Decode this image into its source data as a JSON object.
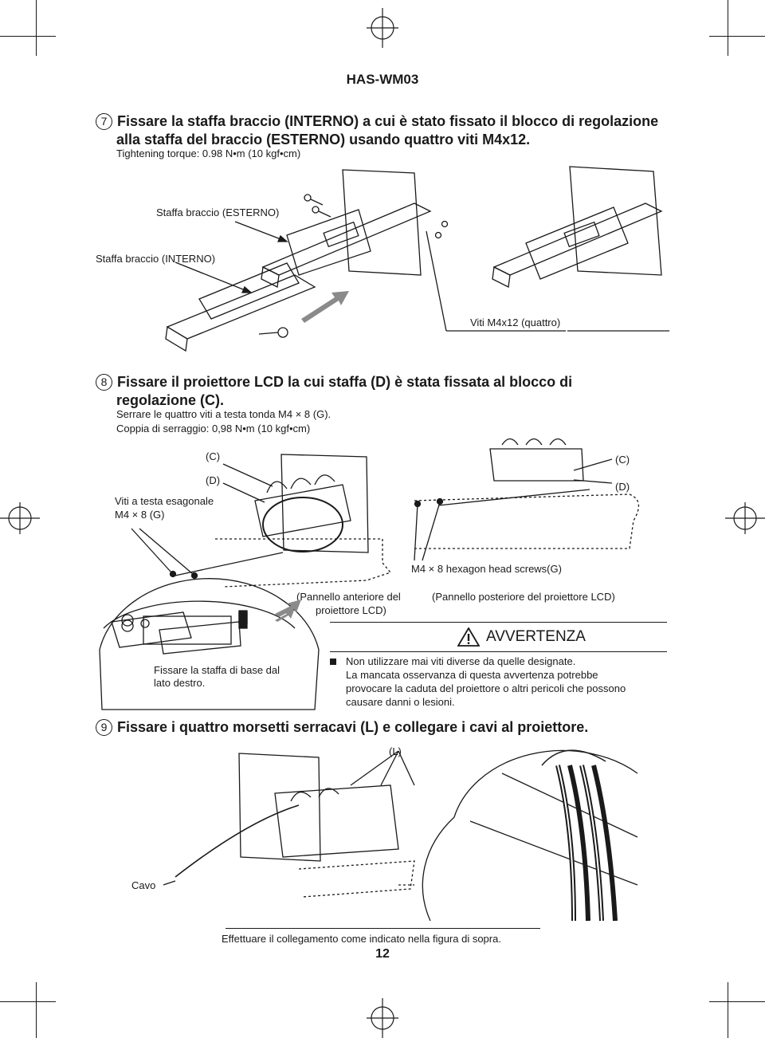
{
  "header": {
    "model": "HAS-WM03"
  },
  "step7": {
    "number": "7",
    "title": "Fissare la staffa braccio (INTERNO) a cui è stato fissato il blocco di regolazione",
    "title_line2": "alla staffa del braccio (ESTERNO) usando quattro viti M4x12.",
    "torque": "Tightening torque: 0.98 N•m (10 kgf•cm)",
    "label_outer": "Staffa braccio (ESTERNO)",
    "label_inner": "Staffa braccio (INTERNO)",
    "label_screws": "Viti M4x12 (quattro)"
  },
  "step8": {
    "number": "8",
    "title": "Fissare il proiettore LCD la cui staffa (D) è stata fissata al blocco di",
    "title_line2": "regolazione (C).",
    "instruction": "Serrare le quattro viti a testa tonda M4 × 8 (G).",
    "torque": "Coppia di serraggio: 0,98 N•m (10 kgf•cm)",
    "label_c_left": "(C)",
    "label_d_left": "(D)",
    "label_screws_left_1": "Viti a testa esagonale",
    "label_screws_left_2": "M4 × 8 (G)",
    "label_c_right": "(C)",
    "label_d_right": "(D)",
    "label_screws_right": "M4 × 8 hexagon head screws(G)",
    "label_front_panel_1": "(Pannello anteriore del",
    "label_front_panel_2": "proiettore LCD)",
    "label_rear_panel": "(Pannello posteriore del proiettore LCD)",
    "detail_caption_1": "Fissare la staffa di base dal",
    "detail_caption_2": "lato destro."
  },
  "warning": {
    "title": "AVVERTENZA",
    "line1": "Non utilizzare mai viti diverse da quelle designate.",
    "line2": "La mancata osservanza di questa avvertenza potrebbe",
    "line3": "provocare la caduta del proiettore o altri pericoli che possono",
    "line4": "causare danni o lesioni."
  },
  "step9": {
    "number": "9",
    "title": "Fissare i quattro morsetti serracavi (L) e collegare i cavi al proiettore.",
    "label_l": "(L)",
    "label_cable": "Cavo",
    "footer_note": "Effettuare il collegamento come indicato nella figura di sopra."
  },
  "page_number": "12"
}
